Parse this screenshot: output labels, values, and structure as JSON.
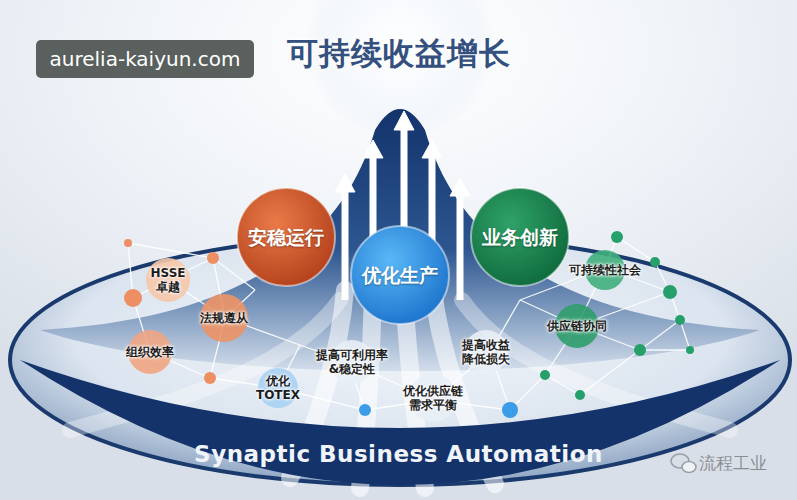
{
  "diagram": {
    "title": "可持续收益增长",
    "nodes": [
      {
        "text": [
          "安稳运行"
        ]
      },
      {
        "text": [
          "业务创新"
        ]
      },
      {
        "text": [
          "优化生产"
        ]
      },
      {
        "text": [
          "HSSE 卓越"
        ]
      },
      {
        "text": [
          "可持续性社会"
        ]
      },
      {
        "text": [
          "法规遵从"
        ]
      },
      {
        "text": [
          "供应链协同"
        ]
      },
      {
        "text": [
          "组织效率"
        ]
      },
      {
        "text": [
          "提高可利用率 &稳定性"
        ]
      },
      {
        "text": [
          "提高收益 降低损失"
        ]
      },
      {
        "text": [
          "优化 TOTEX"
        ]
      },
      {
        "text": [
          "优化供应链 需求平衡"
        ]
      }
    ],
    "labels": [
      "aurelia-kaiyun.com",
      "Synaptic Business Automation",
      "流程工业"
    ]
  }
}
